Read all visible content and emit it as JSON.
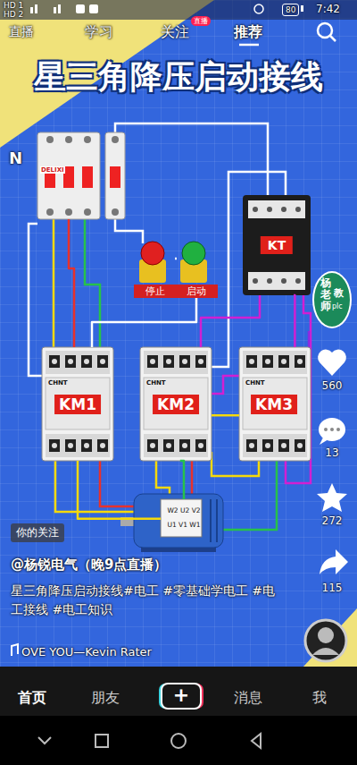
{
  "diagram": {
    "title": "星三角降压启动接线",
    "nodes": [
      {
        "text": [
          "DELIXI"
        ]
      },
      {
        "text": [
          "停止"
        ]
      },
      {
        "text": [
          "启动"
        ]
      },
      {
        "text": [
          "KT"
        ]
      },
      {
        "text": [
          "KM1",
          "CHNT"
        ]
      },
      {
        "text": [
          "KM2",
          "CHNT"
        ]
      },
      {
        "text": [
          "KM3",
          "CHNT"
        ]
      },
      {
        "text": [
          "W2 U2 V2",
          "U1 V1 W1"
        ]
      },
      {
        "text": [
          "杨老师",
          "教",
          "plc"
        ]
      }
    ],
    "edges": [
      {
        "from": 0,
        "to": 4,
        "arrow": "none"
      },
      {
        "from": 4,
        "to": 7,
        "arrow": "none"
      },
      {
        "from": 5,
        "to": 7,
        "arrow": "none"
      },
      {
        "from": 5,
        "to": 6,
        "arrow": "none"
      },
      {
        "from": 1,
        "to": 2,
        "arrow": "none"
      },
      {
        "from": 2,
        "to": 4,
        "arrow": "none"
      },
      {
        "from": 3,
        "to": 5,
        "arrow": "none"
      },
      {
        "from": 3,
        "to": 6,
        "arrow": "none"
      }
    ],
    "labels": [
      "HD 1",
      "HD 2",
      "80",
      "7:42",
      "直播",
      "学习",
      "关注",
      "直播",
      "推荐",
      "N",
      "560",
      "13",
      "272",
      "115",
      "你的关注",
      "@杨锐电气（晚9点直播）",
      "星三角降压启动接线#电工 #零基础学电工 #电工接线 #电工知识",
      "OVE YOU—Kevin Rater",
      "首页",
      "朋友",
      "+",
      "消息",
      "我"
    ]
  }
}
